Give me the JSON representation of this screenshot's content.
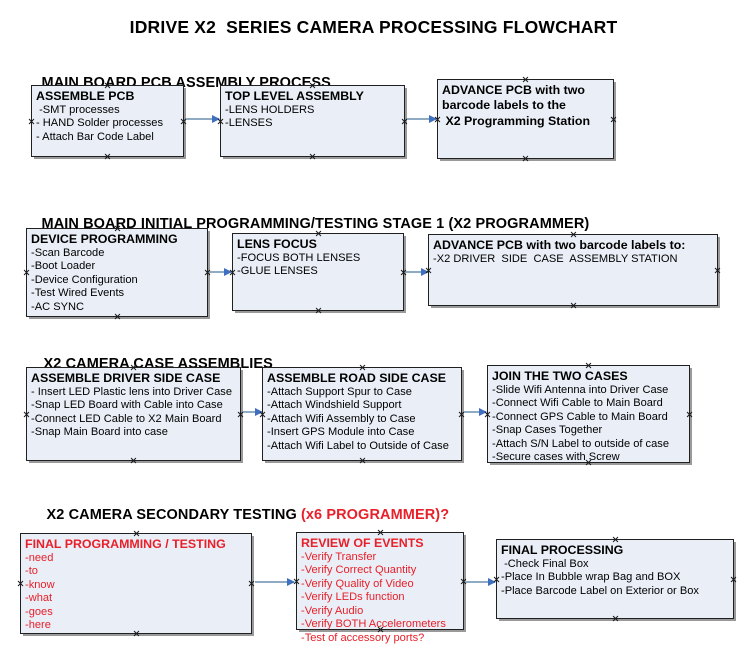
{
  "title": "IDRIVE X2  SERIES CAMERA PROCESSING FLOWCHART",
  "colors": {
    "box_fill": "#eaeff7",
    "box_border": "#202020",
    "accent_red": "#e8202a",
    "connector": "#8fabc4",
    "arrowhead": "#3f6fbf"
  },
  "sections": [
    {
      "heading": "MAIN BOARD PCB ASSEMBLY PROCESS",
      "heading_accent": "",
      "boxes": [
        {
          "title": "ASSEMBLE PCB",
          "lines": [
            " -SMT processes",
            "- HAND Solder processes",
            "- Attach Bar Code Label"
          ]
        },
        {
          "title": "TOP LEVEL ASSEMBLY",
          "lines": [
            "-LENS HOLDERS",
            "-LENSES"
          ]
        },
        {
          "title": "ADVANCE PCB with two",
          "lines": [
            "barcode labels to the",
            " X2 Programming Station"
          ]
        }
      ]
    },
    {
      "heading": "MAIN BOARD INITIAL PROGRAMMING/TESTING STAGE 1 (X2 PROGRAMMER)",
      "heading_accent": "",
      "boxes": [
        {
          "title": "DEVICE PROGRAMMING",
          "lines": [
            "-Scan Barcode",
            "-Boot Loader",
            "-Device Configuration",
            "-Test Wired Events",
            "-AC SYNC"
          ]
        },
        {
          "title": "LENS FOCUS",
          "lines": [
            "-FOCUS BOTH LENSES",
            "-GLUE LENSES"
          ]
        },
        {
          "title": "ADVANCE PCB with two barcode labels to:",
          "lines": [
            "-X2 DRIVER  SIDE  CASE  ASSEMBLY STATION"
          ]
        }
      ]
    },
    {
      "heading": "X2 CAMERA CASE ASSEMBLIES",
      "heading_accent": "",
      "boxes": [
        {
          "title": "ASSEMBLE DRIVER SIDE CASE",
          "lines": [
            "- Insert LED Plastic lens into Driver Case",
            "-Snap LED Board with Cable into Case",
            "-Connect LED Cable to X2 Main Board",
            "-Snap Main Board into case"
          ]
        },
        {
          "title": "ASSEMBLE ROAD SIDE CASE",
          "lines": [
            "-Attach Support Spur to Case",
            "-Attach Windshield Support",
            "-Attach Wifi Assembly to Case",
            "-Insert GPS Module into Case",
            "-Attach Wifi Label to Outside of Case"
          ]
        },
        {
          "title": "JOIN THE TWO CASES",
          "lines": [
            "-Slide Wifi Antenna into Driver Case",
            "-Connect Wifi Cable to Main Board",
            "-Connect GPS Cable to Main Board",
            "-Snap Cases Together",
            "-Attach S/N Label to outside of case",
            "-Secure cases with Screw"
          ]
        }
      ]
    },
    {
      "heading": "X2 CAMERA SECONDARY TESTING ",
      "heading_accent": "(x6 PROGRAMMER)?",
      "boxes": [
        {
          "title": "FINAL PROGRAMMING / TESTING",
          "lines": [
            "-need",
            "-to",
            "-know",
            "-what",
            "-goes",
            "-here"
          ]
        },
        {
          "title": "REVIEW OF EVENTS",
          "lines": [
            "-Verify Transfer",
            "-Verify Correct Quantity",
            "-Verify Quality of Video",
            "-Verify LEDs function",
            "-Verify Audio",
            "-Verify BOTH Accelerometers",
            "-Test of accessory ports?"
          ]
        },
        {
          "title": "FINAL PROCESSING",
          "lines": [
            " -Check Final Box",
            "-Place In Bubble wrap Bag and BOX",
            "-Place Barcode Label on Exterior or Box"
          ]
        }
      ]
    }
  ]
}
